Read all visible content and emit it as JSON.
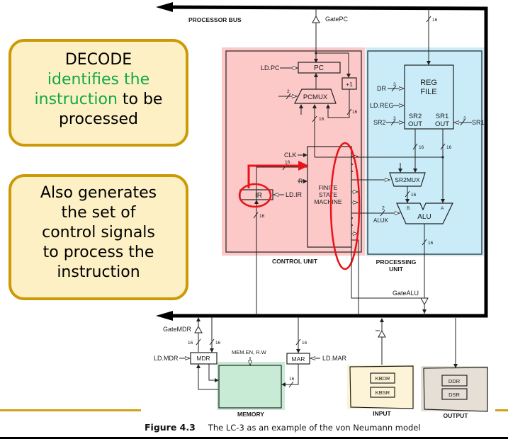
{
  "callouts": [
    {
      "line1": "DECODE",
      "highlight": "identifies the instruction",
      "hl_part1": "identifies the",
      "hl_part2": "instruction",
      "rest": " to be processed",
      "rest_part1": " to be",
      "rest_part2": "processed"
    },
    {
      "lines": [
        "Also generates",
        "the set of",
        "control signals",
        "to process the",
        "instruction"
      ]
    }
  ],
  "colors": {
    "callout_bg": "#fdf0c4",
    "callout_border": "#cc9a06",
    "highlight_text": "#10a84a",
    "control_unit_bg": "#fcc8c8",
    "processing_unit_bg": "#c9ecf8",
    "memory_bg": "#c8ebd6",
    "input_bg": "#fdf3d6",
    "output_bg": "#e6dfd6",
    "annotation_red": "#e8141a"
  },
  "diagram": {
    "bus_label": "PROCESSOR BUS",
    "gate_pc": "GatePC",
    "gate_alu": "GateALU",
    "gate_mdr": "GateMDR",
    "control_unit": {
      "title": "CONTROL UNIT",
      "pc": "PC",
      "ld_pc": "LD.PC",
      "plus_one": "+1",
      "pcmux": "PCMUX",
      "clk": "CLK",
      "r": "R",
      "ir": "IR",
      "ld_ir": "LD.IR",
      "fsm_lines": [
        "FINITE",
        "STATE",
        "MACHINE"
      ]
    },
    "processing_unit": {
      "title_lines": [
        "PROCESSING",
        "UNIT"
      ],
      "reg_file_lines": [
        "REG",
        "FILE"
      ],
      "dr": "DR",
      "ld_reg": "LD.REG",
      "sr2": "SR2",
      "sr1": "SR1",
      "sr2_out_lines": [
        "SR2",
        "OUT"
      ],
      "sr1_out_lines": [
        "SR1",
        "OUT"
      ],
      "sr2mux": "SR2MUX",
      "alu": "ALU",
      "aluk": "ALUK",
      "alu_b": "B",
      "alu_a": "A"
    },
    "memory": {
      "title": "MEMORY",
      "mdr": "MDR",
      "mar": "MAR",
      "ld_mdr": "LD.MDR",
      "ld_mar": "LD.MAR",
      "mem_ctrl": "MEM.EN, R.W"
    },
    "input": {
      "title": "INPUT",
      "regs": [
        "KBDR",
        "KBSR"
      ]
    },
    "output": {
      "title": "OUTPUT",
      "regs": [
        "DDR",
        "DSR"
      ]
    },
    "bit_widths": {
      "w16": "16",
      "w3": "3",
      "w2": "2"
    }
  },
  "caption": {
    "figure": "Figure 4.3",
    "text": "The LC-3 as an example of the von Neumann model"
  }
}
